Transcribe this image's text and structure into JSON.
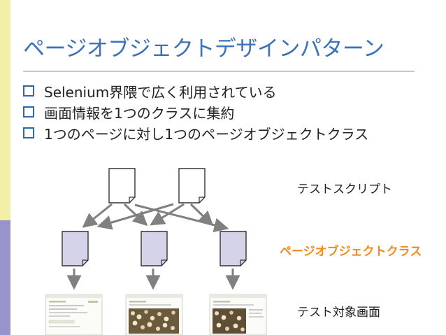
{
  "slide": {
    "title": "ページオブジェクトデザインパターン",
    "bullets": [
      "Selenium界隈で広く利用されている",
      "画面情報を1つのクラスに集約",
      "1つのページに対し1つのページオブジェクトクラス"
    ],
    "colors": {
      "title": "#3b73b9",
      "bullet": "#2e67b0",
      "accent_sidebar_top": "#f2efa8",
      "accent_sidebar_bottom": "#9894c9",
      "highlight": "#f08c1e",
      "page_object_doc": "#d5d3ea",
      "arrow": "#808080"
    }
  },
  "diagram": {
    "labels": {
      "test_script": "テストスクリプト",
      "page_object_class": "ページオブジェクトクラス",
      "test_target_screen": "テスト対象画面"
    },
    "icons": {
      "script_doc": "document-icon",
      "page_object_doc": "document-icon",
      "screen": "screenshot-thumbnail"
    }
  }
}
